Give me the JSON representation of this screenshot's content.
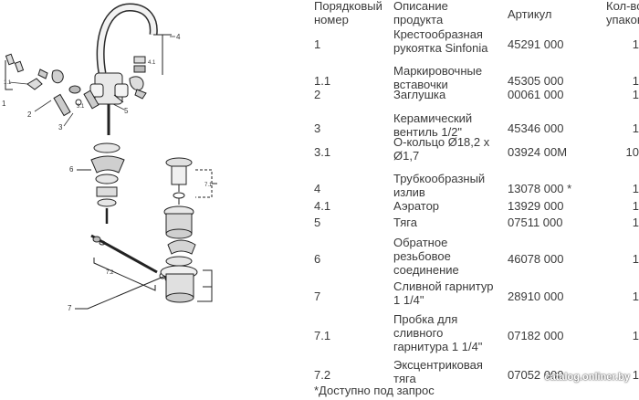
{
  "diagram": {
    "callouts": [
      "1",
      "1.1",
      "2",
      "3",
      "3.1",
      "4",
      "4.1",
      "5",
      "6",
      "7",
      "7.1",
      "7.2"
    ]
  },
  "table": {
    "headers": {
      "num": [
        "Порядковый",
        "номер"
      ],
      "desc": [
        "Описание",
        "продукта"
      ],
      "art": [
        "Артикул"
      ],
      "qty": [
        "Кол-во в",
        "упаковке"
      ]
    },
    "rows": [
      {
        "num": "1",
        "desc": [
          "Крестообразная",
          "рукоятка Sinfonia"
        ],
        "art": "45291 000",
        "qty": "1"
      },
      {
        "num": "1.1",
        "desc": [
          "Маркировочные",
          "вставочки"
        ],
        "art": "45305 000",
        "qty": "1"
      },
      {
        "num": "2",
        "desc": [
          "Заглушка"
        ],
        "art": "00061 000",
        "qty": "1"
      },
      {
        "num": "3",
        "desc": [
          "Керамический",
          "вентиль 1/2\""
        ],
        "art": "45346 000",
        "qty": "1"
      },
      {
        "num": "3.1",
        "desc": [
          "О-кольцо Ø18,2 x",
          "Ø1,7"
        ],
        "art": "03924 00M",
        "qty": "10"
      },
      {
        "num": "4",
        "desc": [
          "Трубкообразный",
          "излив"
        ],
        "art": "13078 000 *",
        "qty": "1"
      },
      {
        "num": "4.1",
        "desc": [
          "Аэратор"
        ],
        "art": "13929 000",
        "qty": "1"
      },
      {
        "num": "5",
        "desc": [
          "Тяга"
        ],
        "art": "07511 000",
        "qty": "1"
      },
      {
        "num": "6",
        "desc": [
          "Обратное",
          "резьбовое",
          "соединение"
        ],
        "art": "46078 000",
        "qty": "1"
      },
      {
        "num": "7",
        "desc": [
          "Сливной гарнитур",
          "1 1/4\""
        ],
        "art": "28910 000",
        "qty": "1"
      },
      {
        "num": "7.1",
        "desc": [
          "Пробка для",
          "сливного",
          "гарнитура 1 1/4\""
        ],
        "art": "07182 000",
        "qty": "1"
      },
      {
        "num": "7.2",
        "desc": [
          "Эксцентриковая",
          "тяга"
        ],
        "art": "07052 000",
        "qty": "1"
      }
    ],
    "footnote": "*Доступно под запрос"
  },
  "watermark": "catalog.onliner.by"
}
